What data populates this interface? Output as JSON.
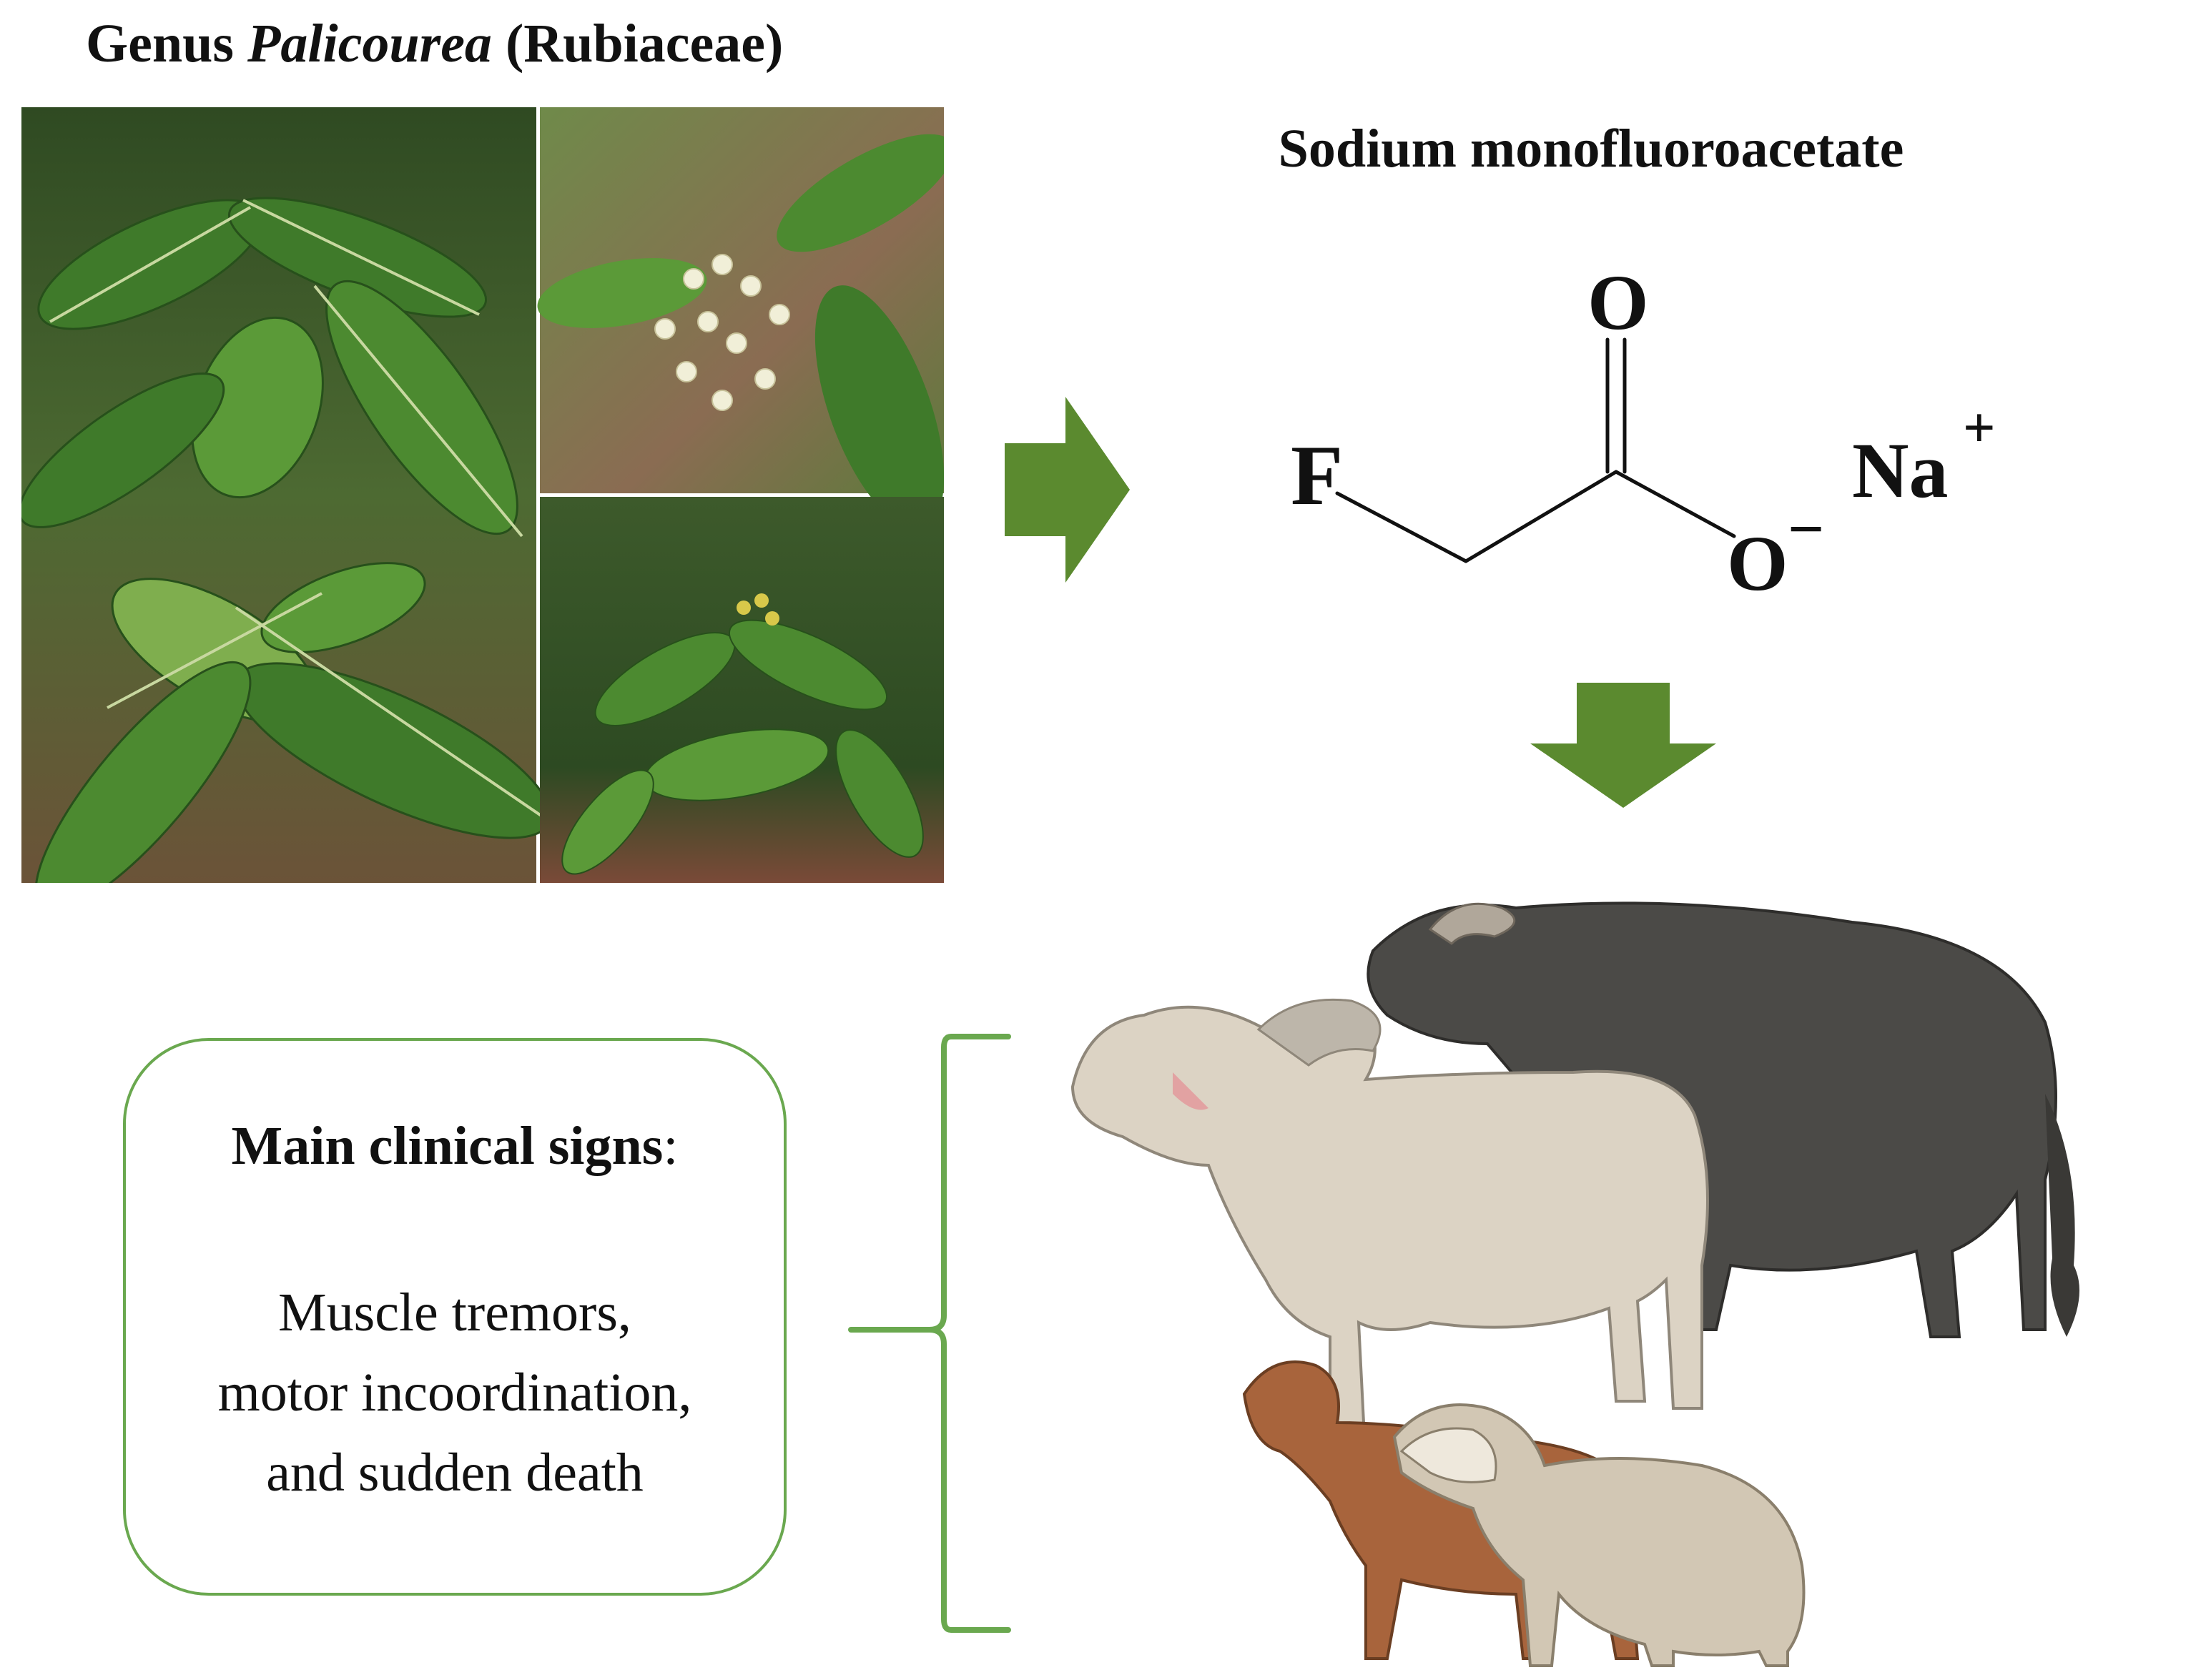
{
  "title": {
    "prefix": "Genus",
    "genus": "Palicourea",
    "family": "(Rubiaceae)"
  },
  "compound": {
    "name": "Sodium monofluoroacetate",
    "atoms": {
      "fluorine": "F",
      "carbonyl_oxygen": "O",
      "alkoxide_oxygen": "O",
      "charge_minus": "−",
      "sodium": "Na",
      "charge_plus": "+"
    }
  },
  "clinical": {
    "heading": "Main clinical signs",
    "heading_suffix": ":",
    "lines": [
      "Muscle tremors,",
      "motor incoordination,",
      "and sudden death"
    ]
  },
  "colors": {
    "arrow_green": "#5b8a2f",
    "box_border": "#6aa84f",
    "brace_green": "#6aa84f"
  }
}
